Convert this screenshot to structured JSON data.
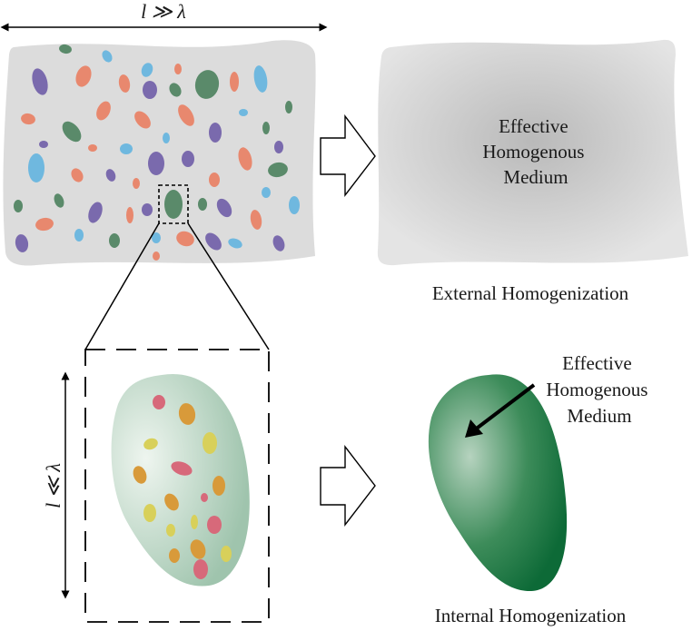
{
  "external": {
    "scale_label": "l ≫ λ",
    "medium_label": [
      "Effective",
      "Homogenous",
      "Medium"
    ],
    "caption": "External Homogenization"
  },
  "internal": {
    "scale_label": "l ≪ λ",
    "medium_label": [
      "Effective",
      "Homogenous",
      "Medium"
    ],
    "caption": "Internal Homogenization"
  },
  "colors": {
    "matrix": "#dcdcdc",
    "inclusion_orange": "#e8886e",
    "inclusion_blue": "#6fb8df",
    "inclusion_green": "#5a8a6a",
    "inclusion_purple": "#7a6aad",
    "inner_green_dark": "#0f6e3a",
    "inner_green_light": "#a8c9b2"
  }
}
